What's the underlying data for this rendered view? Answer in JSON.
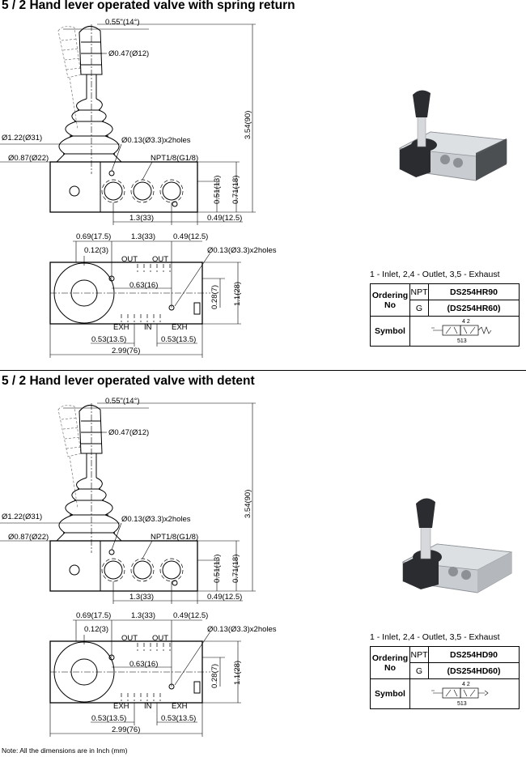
{
  "sections": [
    {
      "title": "5 / 2 Hand lever operated valve with spring return",
      "side": {
        "angle": "0.55\"(14°)",
        "grip_dia": "Ø0.47(Ø12)",
        "boot_dia": "Ø1.22(Ø31)",
        "hole_spec": "Ø0.13(Ø3.3)x2holes",
        "base_dia": "Ø0.87(Ø22)",
        "port_thread": "NPT1/8(G1/8)",
        "overall_height": "3.54(90)",
        "dim_a": "0.51(13)",
        "dim_b": "0.71(18)",
        "pitch": "1.3(33)",
        "end_offset": "0.49(12.5)"
      },
      "top": {
        "left_offset": "0.69(17.5)",
        "pitch": "1.3(33)",
        "right_offset": "0.49(12.5)",
        "hole_spec": "Ø0.13(Ø3.3)x2holes",
        "small_dim": "0.12(3)",
        "out1": "OUT",
        "out2": "OUT",
        "center_dim": "0.63(16)",
        "height_a": "0.28(7)",
        "height_b": "1.1(28)",
        "exh1": "EXH",
        "in": "IN",
        "exh2": "EXH",
        "exh_dim1": "0.53(13.5)",
        "exh_dim2": "0.53(13.5)",
        "overall_length": "2.99(76)"
      },
      "legend": "1 - Inlet,   2,4 - Outlet,   3,5 - Exhaust",
      "ordering": {
        "header": "Ordering No",
        "rows": [
          {
            "thread": "NPT",
            "code": "DS254HR90"
          },
          {
            "thread": "G",
            "code": "(DS254HR60)"
          }
        ]
      },
      "symbol_label": "Symbol",
      "symbol_top": "4 2",
      "symbol_bottom": "513"
    },
    {
      "title": "5 / 2 Hand lever operated valve with detent",
      "side": {
        "angle": "0.55\"(14°)",
        "grip_dia": "Ø0.47(Ø12)",
        "boot_dia": "Ø1.22(Ø31)",
        "hole_spec": "Ø0.13(Ø3.3)x2holes",
        "base_dia": "Ø0.87(Ø22)",
        "port_thread": "NPT1/8(G1/8)",
        "overall_height": "3.54(90)",
        "dim_a": "0.51(13)",
        "dim_b": "0.71(18)",
        "pitch": "1.3(33)",
        "end_offset": "0.49(12.5)"
      },
      "top": {
        "left_offset": "0.69(17.5)",
        "pitch": "1.3(33)",
        "right_offset": "0.49(12.5)",
        "hole_spec": "Ø0.13(Ø3.3)x2holes",
        "small_dim": "0.12(3)",
        "out1": "OUT",
        "out2": "OUT",
        "center_dim": "0.63(16)",
        "height_a": "0.28(7)",
        "height_b": "1.1(28)",
        "exh1": "EXH",
        "in": "IN",
        "exh2": "EXH",
        "exh_dim1": "0.53(13.5)",
        "exh_dim2": "0.53(13.5)",
        "overall_length": "2.99(76)"
      },
      "legend": "1 - Inlet,   2,4 - Outlet,   3,5 - Exhaust",
      "ordering": {
        "header": "Ordering No",
        "rows": [
          {
            "thread": "NPT",
            "code": "DS254HD90"
          },
          {
            "thread": "G",
            "code": "(DS254HD60)"
          }
        ]
      },
      "symbol_label": "Symbol",
      "symbol_top": "4 2",
      "symbol_bottom": "513"
    }
  ],
  "note": "Note: All the dimensions are in Inch (mm)",
  "colors": {
    "body_metal": "#c9ccd0",
    "dark_part": "#2a2c2f"
  }
}
